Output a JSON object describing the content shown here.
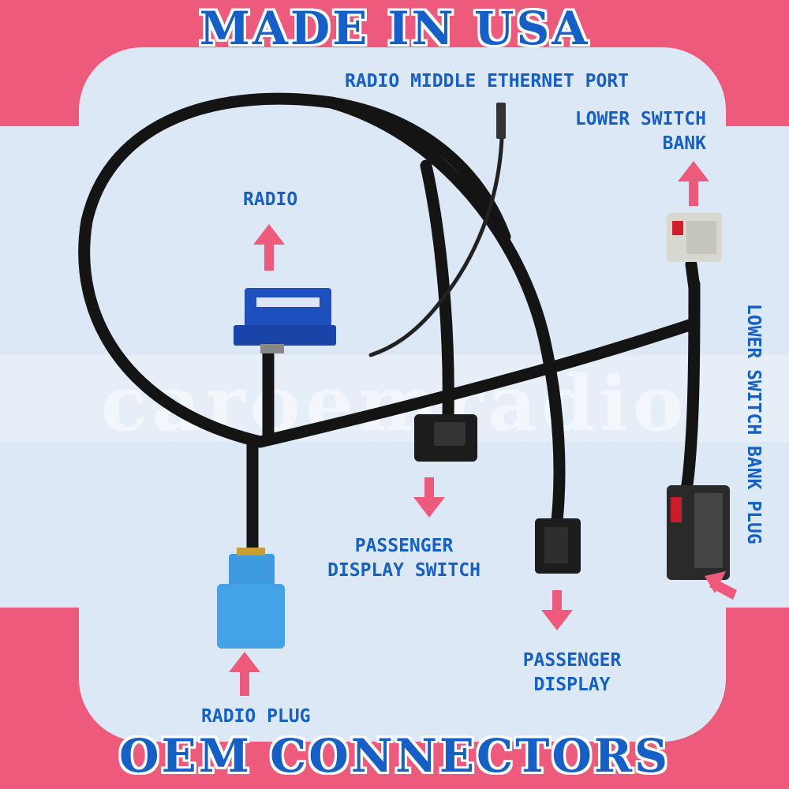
{
  "banners": {
    "top": "MADE IN USA",
    "bottom": "OEM CONNECTORS"
  },
  "watermark": "caroemradio",
  "labels": {
    "radio_middle_ethernet_port": "RADIO MIDDLE ETHERNET PORT",
    "lower_switch_bank_line1": "LOWER SWITCH",
    "lower_switch_bank_line2": "BANK",
    "radio": "RADIO",
    "lower_switch_bank_plug": "LOWER SWITCH BANK PLUG",
    "passenger_display_switch_line1": "PASSENGER",
    "passenger_display_switch_line2": "DISPLAY SWITCH",
    "passenger_display_line1": "PASSENGER",
    "passenger_display_line2": "DISPLAY",
    "radio_plug": "RADIO PLUG"
  },
  "colors": {
    "pink_border": "#ee5a7c",
    "panel": "#dde8f6",
    "label_blue": "#1560c8",
    "arrow_pink": "#ee5a7c",
    "cable": "#141414"
  }
}
